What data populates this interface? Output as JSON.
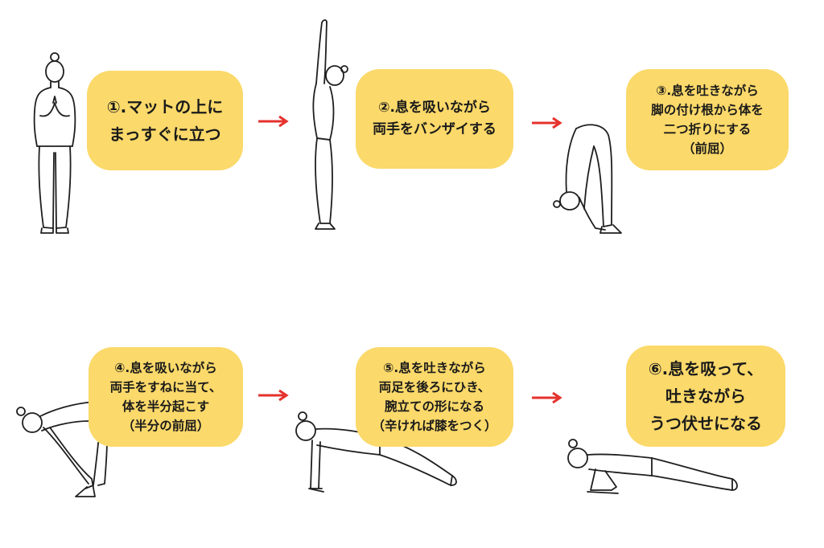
{
  "accent_colors": {
    "box": "#fbd96a",
    "arrow": "#e5322d",
    "stroke": "#1f1f1f"
  },
  "steps": [
    {
      "lines": [
        "①.マットの上に",
        "まっすぐに立つ"
      ]
    },
    {
      "lines": [
        "②.息を吸いながら",
        "両手をバンザイする"
      ]
    },
    {
      "lines": [
        "③.息を吐きながら",
        "脚の付け根から体を",
        "二つ折りにする",
        "（前屈）"
      ]
    },
    {
      "lines": [
        "④.息を吸いながら",
        "両手をすねに当て、",
        "体を半分起こす",
        "（半分の前屈）"
      ]
    },
    {
      "lines": [
        "⑤.息を吐きながら",
        "両足を後ろにひき、",
        "腕立ての形になる",
        "（辛ければ膝をつく）"
      ]
    },
    {
      "lines": [
        "⑥.息を吸って、",
        "吐きながら",
        "うつ伏せになる"
      ]
    }
  ],
  "figures": [
    "standing-prayer",
    "standing-arms-up",
    "forward-fold",
    "half-forward-fold",
    "plank",
    "chaturanga"
  ],
  "arrow_icon": "right-arrow-icon"
}
